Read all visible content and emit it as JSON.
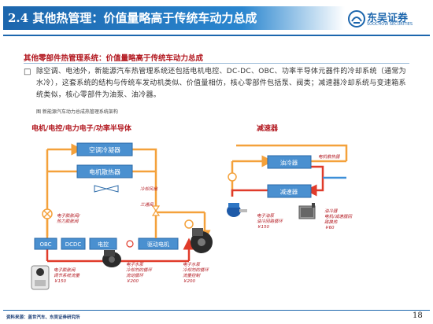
{
  "header": {
    "title": "2.4 其他热管理：价值量略高于传统车动力总成",
    "logo_text": "东吴证券",
    "logo_sub": "SOOCHOW SECURITIES"
  },
  "subtitle": "其他零部件热管理系统：价值量略高于传统车动力总成",
  "paragraph": "除空调、电池外，新能源汽车热管理系统还包括电机电控、DC-DC、OBC、功率半导体元器件的冷却系统（通常为水冷），这套系统的结构与传统车发动机类似、价值量相仿，核心零部件包括泵、阀类；减速器冷却系统与变速箱系统类似，核心零部件为油泵、油冷器。",
  "figure_caption": "图 新能源汽车动力总成热管理系统架构",
  "left_diagram": {
    "heading": "电机/电控/电力电子/功率半导体",
    "boxes": {
      "ac_condenser": "空调冷凝器",
      "motor_radiator": "电机散热器",
      "obc": "OBC",
      "dcdc": "DCDC",
      "controller": "电控",
      "drive_motor": "驱动电机"
    },
    "labels": {
      "fan": "冷却风扇",
      "three_way": "三通阀",
      "valve": "电子膨胀阀/\n热力膨胀阀",
      "pump1_title": "电子膨胀阀",
      "pump1_desc": "调节系统流量",
      "pump1_price": "￥150",
      "pump2_title": "电子水泵",
      "pump2_desc": "冷却剂的循环\n流动循环",
      "pump2_price": "￥200",
      "pump3_title": "电子水泵",
      "pump3_desc": "冷却剂的循环\n流量控制",
      "pump3_price": "￥200"
    }
  },
  "right_diagram": {
    "heading": "减速器",
    "boxes": {
      "oil_cooler": "油冷器",
      "reducer": "减速器"
    },
    "labels": {
      "motor_rad": "电机散热器",
      "oil_pump_title": "电子油泵",
      "oil_pump_desc": "油冷回路循环",
      "oil_pump_price": "￥150",
      "cooler_title": "油冷器",
      "cooler_desc": "电机/减速器回\n路换热",
      "cooler_price": "￥60"
    }
  },
  "footer": "资料来源：盖世汽车、东吴证券研究所",
  "page_number": "18",
  "colors": {
    "brand_blue": "#1c66ad",
    "accent_red": "#b2171f",
    "box_blue": "#4a90d0",
    "pipe_orange": "#f4a13b",
    "pipe_red": "#e03b2a",
    "pipe_blue": "#3d8fd8"
  }
}
